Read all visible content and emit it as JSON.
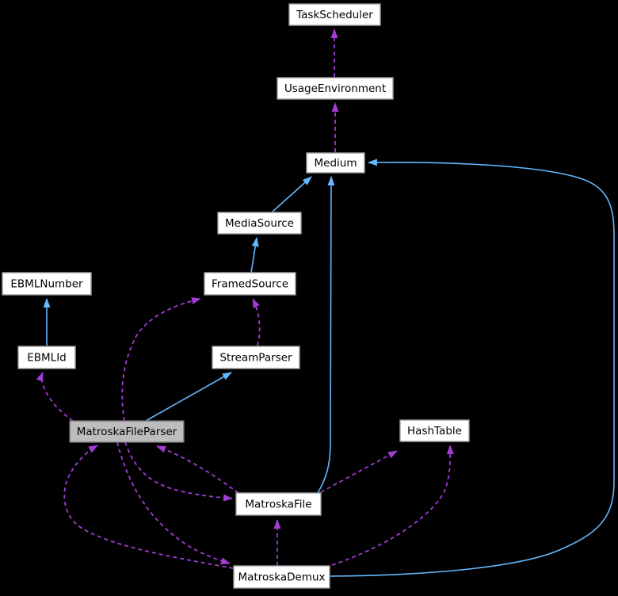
{
  "diagram": {
    "kind": "class-collaboration-graph",
    "selected_node": "MatroskaFileParser",
    "colors": {
      "background": "#000000",
      "node_fill": "#ffffff",
      "node_border": "#9c9c9c",
      "selected_node_fill": "#bdbdbd",
      "selected_node_border": "#6e6e6e",
      "node_text": "#000000",
      "inheritance_edge": "#63b8ff",
      "usage_edge": "#a13cd6"
    },
    "nodes": [
      {
        "id": "taskscheduler",
        "label": "TaskScheduler",
        "selected": false
      },
      {
        "id": "usageenvironment",
        "label": "UsageEnvironment",
        "selected": false
      },
      {
        "id": "medium",
        "label": "Medium",
        "selected": false
      },
      {
        "id": "mediasource",
        "label": "MediaSource",
        "selected": false
      },
      {
        "id": "framedsource",
        "label": "FramedSource",
        "selected": false
      },
      {
        "id": "streamparser",
        "label": "StreamParser",
        "selected": false
      },
      {
        "id": "ebmlnumber",
        "label": "EBMLNumber",
        "selected": false
      },
      {
        "id": "ebmlid",
        "label": "EBMLId",
        "selected": false
      },
      {
        "id": "matroskafileparser",
        "label": "MatroskaFileParser",
        "selected": true
      },
      {
        "id": "hashtable",
        "label": "HashTable",
        "selected": false
      },
      {
        "id": "matroskafile",
        "label": "MatroskaFile",
        "selected": false
      },
      {
        "id": "matroskademux",
        "label": "MatroskaDemux",
        "selected": false
      }
    ],
    "edges": [
      {
        "from": "ebmlid",
        "to": "ebmlnumber",
        "relation": "inherits"
      },
      {
        "from": "matroskafileparser",
        "to": "streamparser",
        "relation": "inherits"
      },
      {
        "from": "framedsource",
        "to": "mediasource",
        "relation": "inherits"
      },
      {
        "from": "mediasource",
        "to": "medium",
        "relation": "inherits"
      },
      {
        "from": "matroskafile",
        "to": "medium",
        "relation": "inherits"
      },
      {
        "from": "matroskademux",
        "to": "medium",
        "relation": "inherits"
      },
      {
        "from": "usageenvironment",
        "to": "taskscheduler",
        "relation": "uses"
      },
      {
        "from": "medium",
        "to": "usageenvironment",
        "relation": "uses"
      },
      {
        "from": "streamparser",
        "to": "framedsource",
        "relation": "uses"
      },
      {
        "from": "matroskafileparser",
        "to": "framedsource",
        "relation": "uses"
      },
      {
        "from": "matroskafileparser",
        "to": "ebmlid",
        "relation": "uses"
      },
      {
        "from": "matroskafileparser",
        "to": "matroskafile",
        "relation": "uses"
      },
      {
        "from": "matroskafile",
        "to": "matroskafileparser",
        "relation": "uses"
      },
      {
        "from": "matroskafileparser",
        "to": "matroskademux",
        "relation": "uses"
      },
      {
        "from": "matroskademux",
        "to": "matroskafileparser",
        "relation": "uses"
      },
      {
        "from": "matroskademux",
        "to": "matroskafile",
        "relation": "uses"
      },
      {
        "from": "matroskafile",
        "to": "hashtable",
        "relation": "uses"
      },
      {
        "from": "matroskademux",
        "to": "hashtable",
        "relation": "uses"
      }
    ]
  }
}
